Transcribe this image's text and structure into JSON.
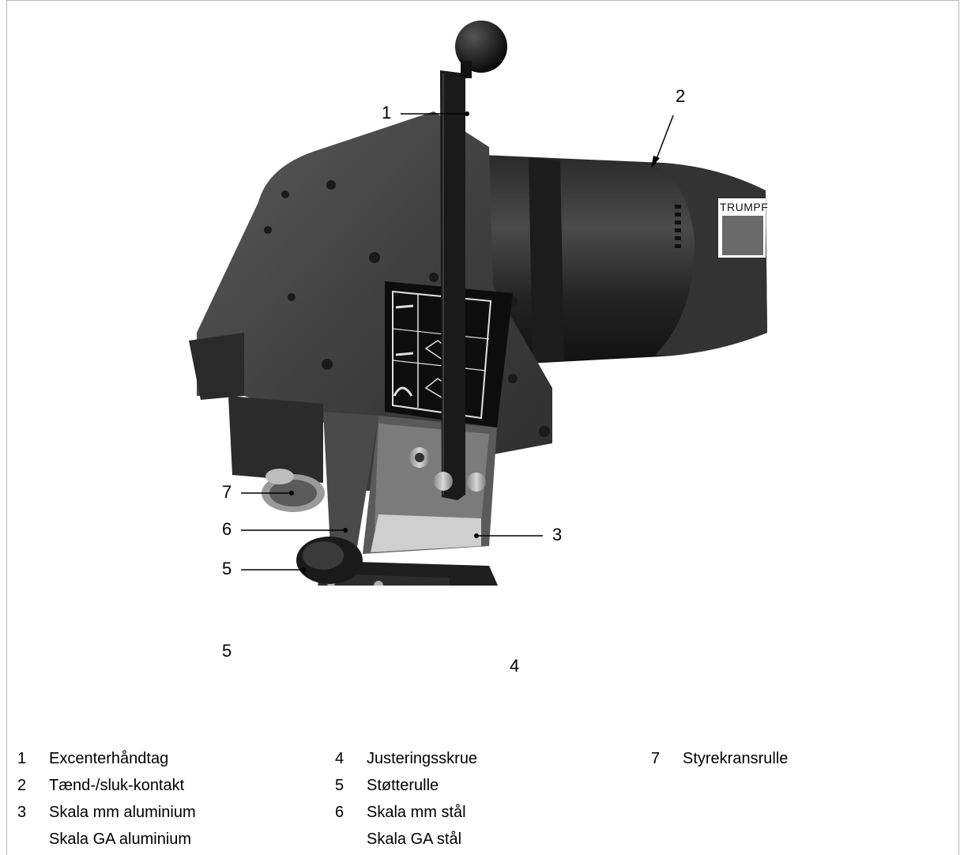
{
  "callouts": [
    "1",
    "2",
    "3",
    "4",
    "5",
    "5",
    "6",
    "7"
  ],
  "legend": [
    {
      "num": "1",
      "text": "Excenterhåndtag"
    },
    {
      "num": "2",
      "text": "Tænd-/sluk-kontakt"
    },
    {
      "num": "3",
      "text": "Skala mm aluminium",
      "text2": "Skala GA aluminium"
    },
    {
      "num": "4",
      "text": "Justeringsskrue"
    },
    {
      "num": "5",
      "text": "Støtterulle"
    },
    {
      "num": "6",
      "text": "Skala mm stål",
      "text2": "Skala GA stål"
    },
    {
      "num": "7",
      "text": "Styrekransrulle"
    }
  ],
  "logo": "TRUMPF",
  "colors": {
    "body": "#3f3f3f",
    "dark": "#151515",
    "frame": "#b8b8b8"
  }
}
